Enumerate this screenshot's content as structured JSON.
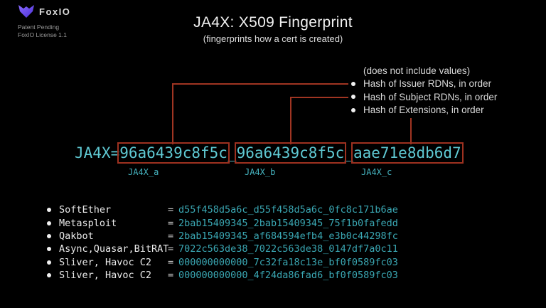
{
  "brand": {
    "name": "FoxIO",
    "patent": "Patent Pending",
    "license": "FoxIO License 1.1"
  },
  "header": {
    "title": "JA4X: X509 Fingerprint",
    "subtitle": "(fingerprints how a cert is created)"
  },
  "annotations": {
    "note": "(does not include values)",
    "items": [
      {
        "label": "Hash of Issuer RDNs, in order"
      },
      {
        "label": "Hash of Subject RDNs, in order"
      },
      {
        "label": "Hash of Extensions, in order"
      }
    ]
  },
  "fingerprint": {
    "prefix": "JA4X=",
    "separator": "_",
    "segments": [
      {
        "value": "96a6439c8f5c",
        "label": "JA4X_a"
      },
      {
        "value": "96a6439c8f5c",
        "label": "JA4X_b"
      },
      {
        "value": "aae71e8db6d7",
        "label": "JA4X_c"
      }
    ]
  },
  "examples": {
    "rows": [
      {
        "name": "SoftEther",
        "eq": "=",
        "value": "d55f458d5a6c_d55f458d5a6c_0fc8c171b6ae"
      },
      {
        "name": "Metasploit",
        "eq": "=",
        "value": "2bab15409345_2bab15409345_75f1b0fafedd"
      },
      {
        "name": "Qakbot",
        "eq": "=",
        "value": "2bab15409345_af684594efb4_e3b0c44298fc"
      },
      {
        "name": "Async,Quasar,BitRAT",
        "eq": "=",
        "value": "7022c563de38_7022c563de38_0147df7a0c11"
      },
      {
        "name": "Sliver, Havoc C2",
        "eq": "=",
        "value": "000000000000_7c32fa18c13e_bf0f0589fc03"
      },
      {
        "name": "Sliver, Havoc C2",
        "eq": "=",
        "value": "000000000000_4f24da86fad6_bf0f0589fc03"
      }
    ]
  },
  "colors": {
    "background": "#000000",
    "cyan_primary": "#5fc9d3",
    "cyan_secondary": "#3aa7b3",
    "box_red": "#9e3120",
    "line_red": "#a03522",
    "brand_purple": "#6d4fe0",
    "text_white": "#e6e6e6"
  }
}
